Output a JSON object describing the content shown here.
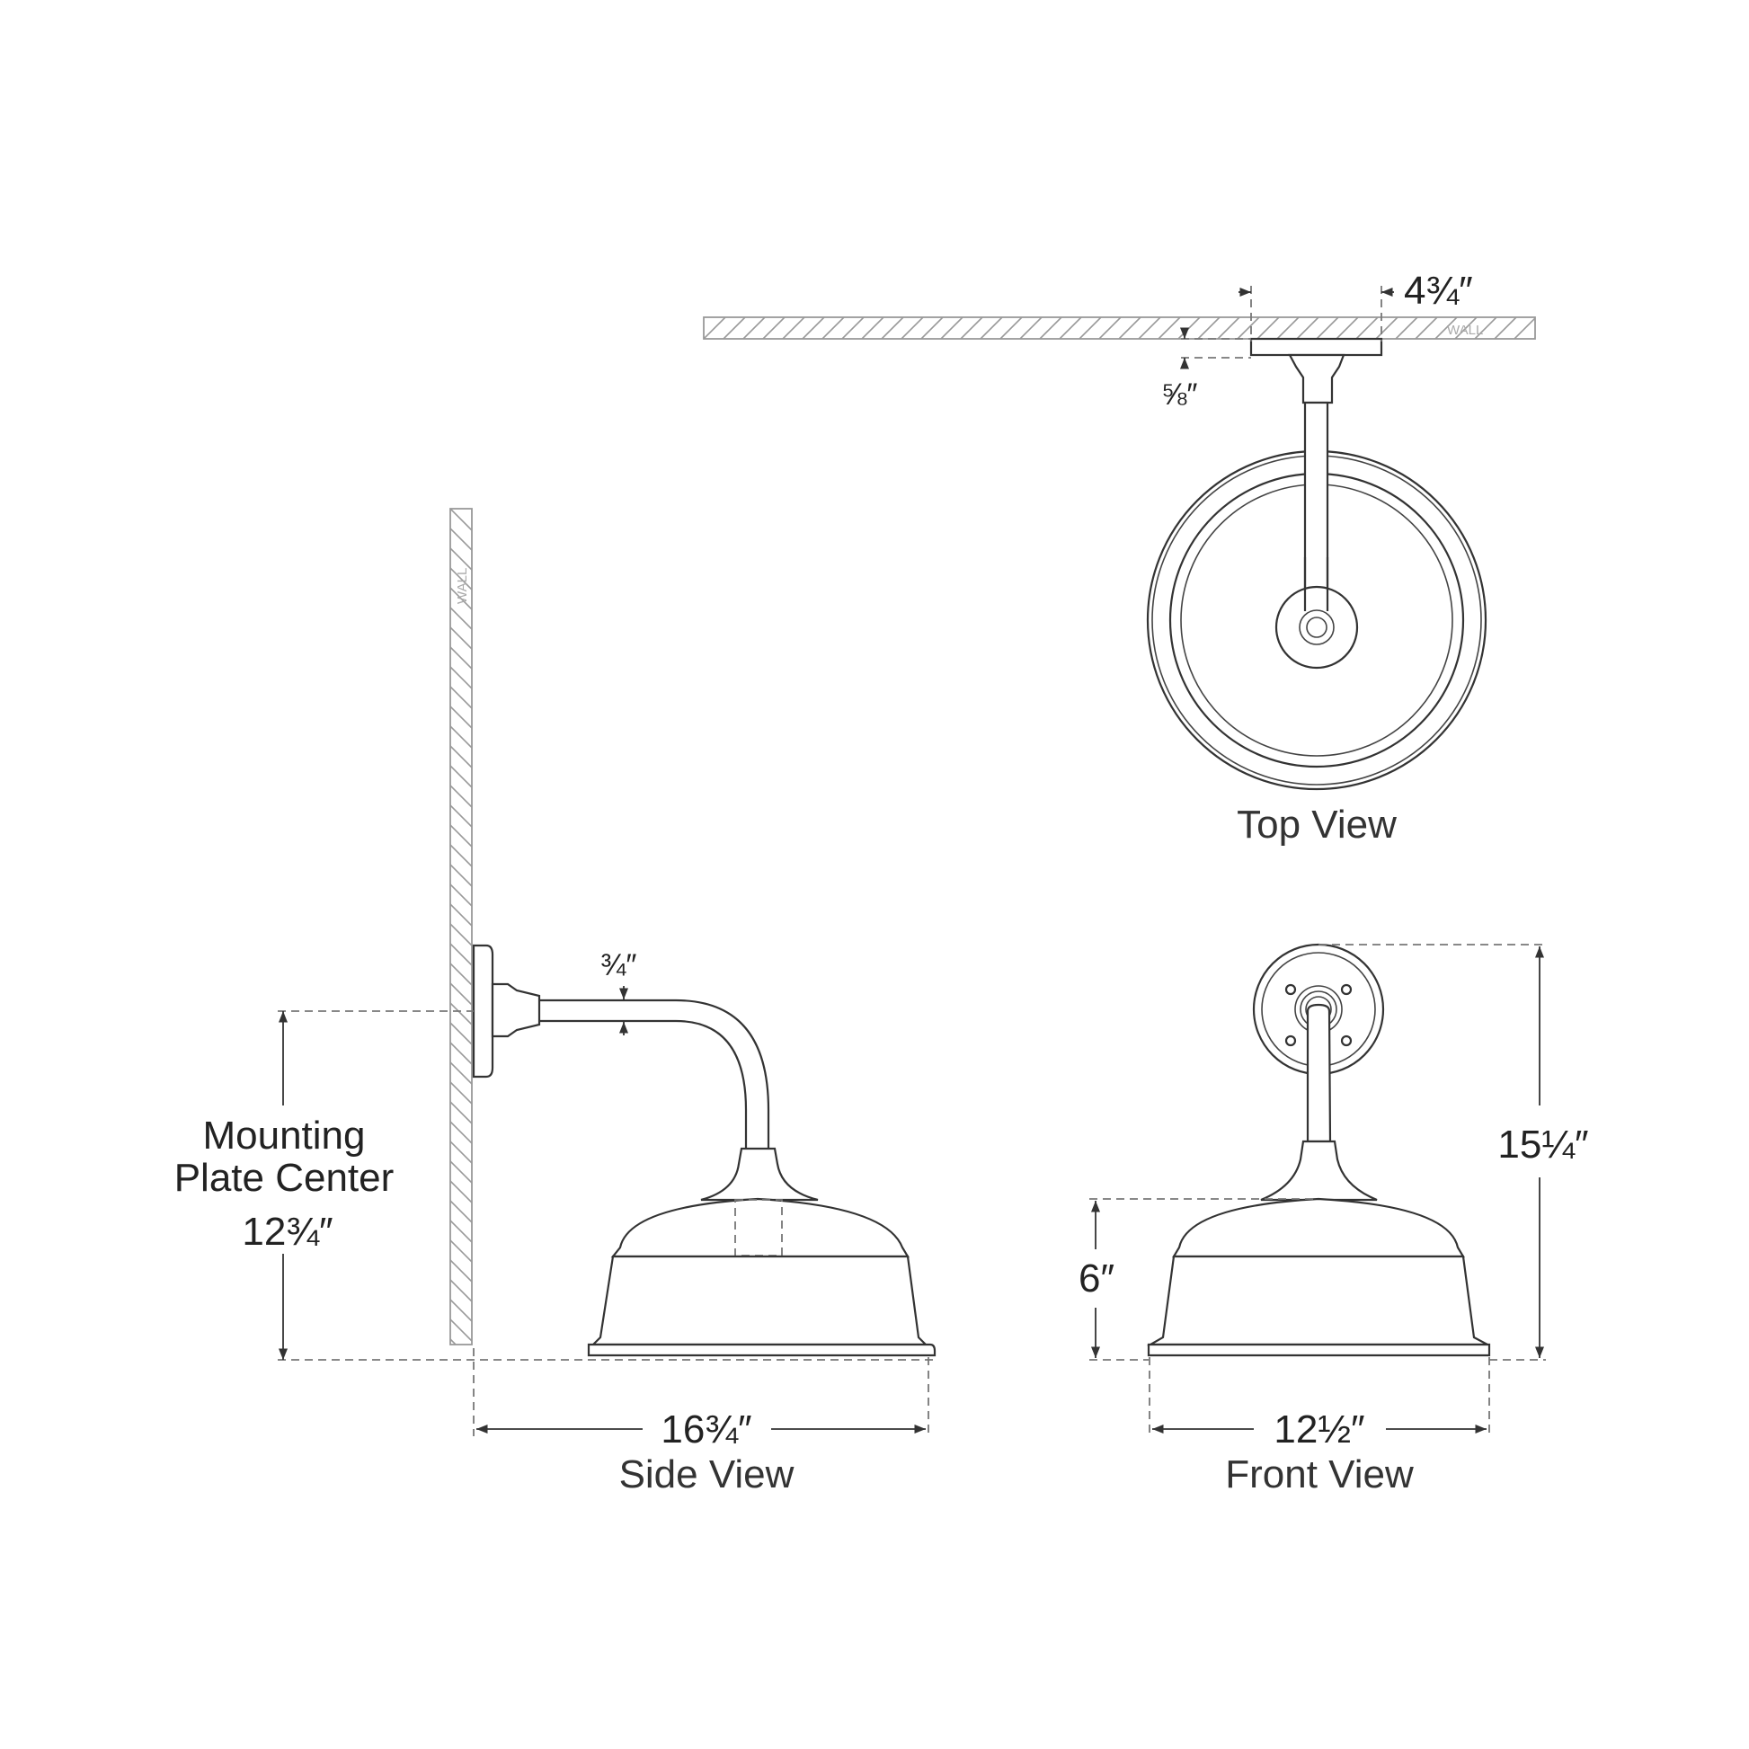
{
  "wall_label": "WALL",
  "top_view": {
    "title": "Top View",
    "dim_width": "4¾″",
    "dim_depth": "⅝″"
  },
  "side_view": {
    "title": "Side View",
    "dim_width": "16¾″",
    "dim_arm": "¾″",
    "mounting_label_line1": "Mounting",
    "mounting_label_line2": "Plate Center",
    "mounting_dim": "12¾″"
  },
  "front_view": {
    "title": "Front View",
    "dim_width": "12½″",
    "dim_shade_height": "6″",
    "dim_total_height": "15¼″"
  },
  "colors": {
    "line": "#333333",
    "hatch": "#999999",
    "background": "#ffffff"
  }
}
